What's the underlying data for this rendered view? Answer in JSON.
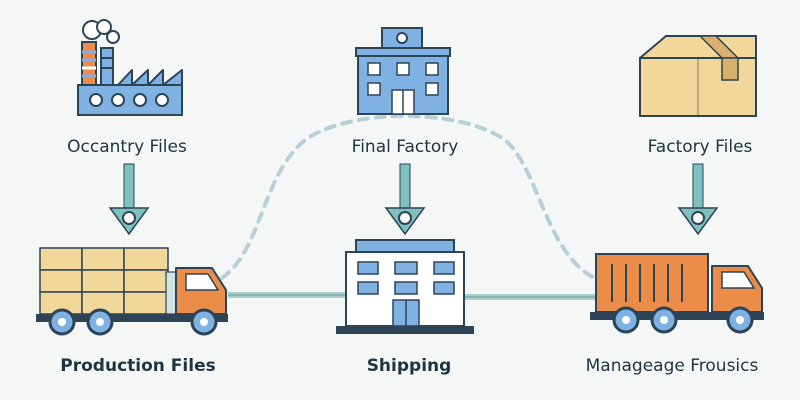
{
  "labels": {
    "top_left": "Occantry Files",
    "top_center": "Final Factory",
    "top_right": "Factory Files",
    "bottom_left": "Production Files",
    "bottom_center": "Shipping",
    "bottom_right": "Manageage Frousics"
  },
  "icons": [
    "factory-icon",
    "office-building-icon",
    "cardboard-box-icon",
    "cargo-truck-icon",
    "warehouse-icon",
    "container-truck-icon"
  ],
  "colors": {
    "background": "#f5f7f7",
    "outline": "#2d4456",
    "building_blue": "#7fb1e3",
    "box_tan": "#f1d79a",
    "truck_orange": "#ec8c49",
    "arrow_teal": "#7fc1bf",
    "connector": "#a7cfd0",
    "dashed_route": "#b7cfd6"
  }
}
